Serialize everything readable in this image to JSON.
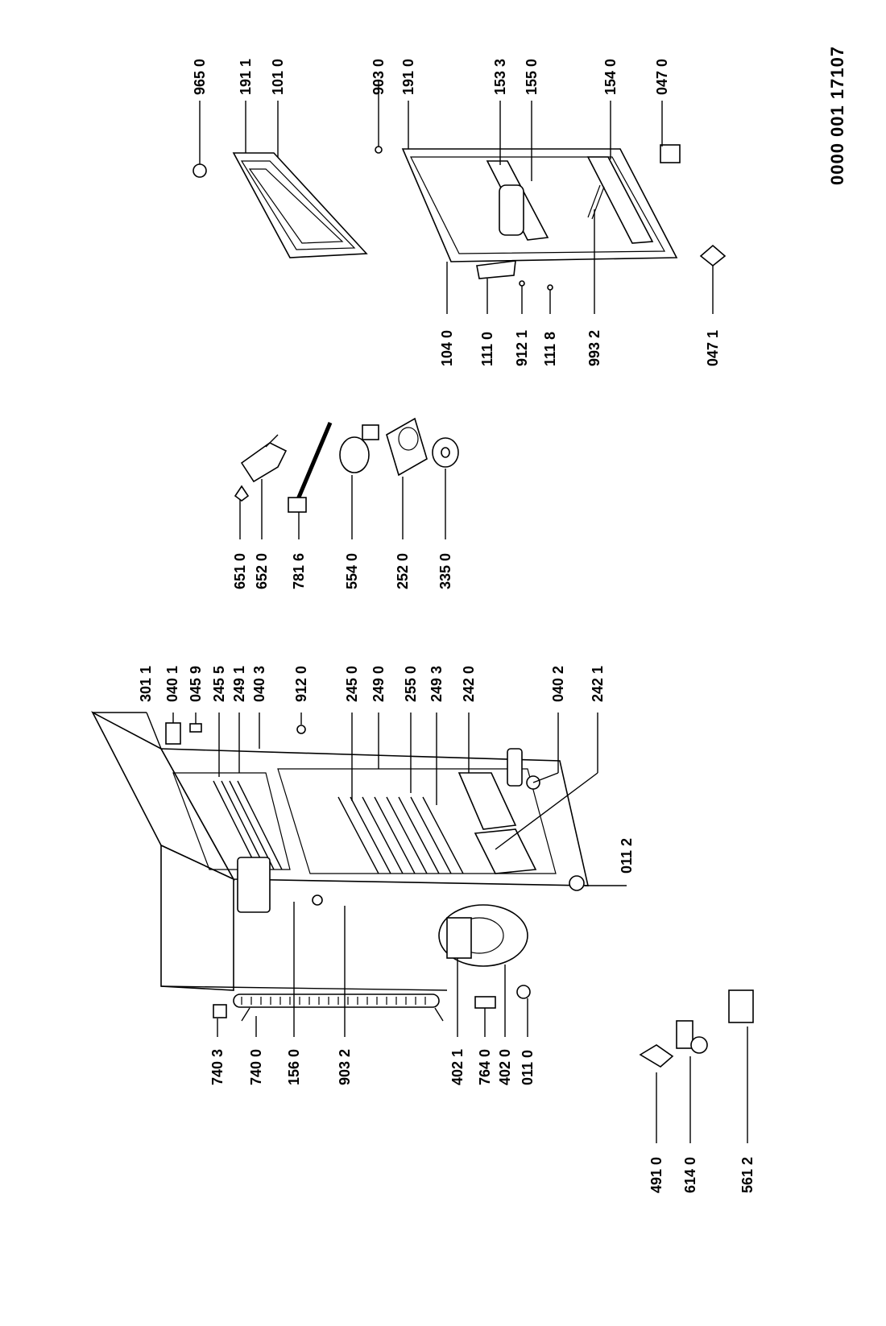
{
  "document_ref": "0000 001 17107",
  "cabinet_labels_top": [
    "301 1",
    "040 1",
    "045 9",
    "245 5",
    "249 1",
    "040 3",
    "912 0",
    "245 0",
    "249 0",
    "255 0",
    "249 3",
    "242 0",
    "040 2",
    "242 1"
  ],
  "cabinet_label_right": "011 2",
  "cabinet_labels_bottom": [
    "740 3",
    "740 0",
    "156 0",
    "903 2",
    "402 1",
    "764 0",
    "402 0",
    "011 0"
  ],
  "loose_parts_bottom": [
    "491 0",
    "614 0",
    "561 2"
  ],
  "electrical_labels": [
    "651 0",
    "652 0",
    "781 6",
    "554 0",
    "252 0",
    "335 0"
  ],
  "door_labels_top": [
    "965 0",
    "191 1",
    "101 0",
    "903 0",
    "191 0",
    "153 3",
    "155 0",
    "154 0",
    "047 0"
  ],
  "door_labels_bottom": [
    "104 0",
    "111 0",
    "912 1",
    "111 8",
    "993 2",
    "047 1"
  ]
}
